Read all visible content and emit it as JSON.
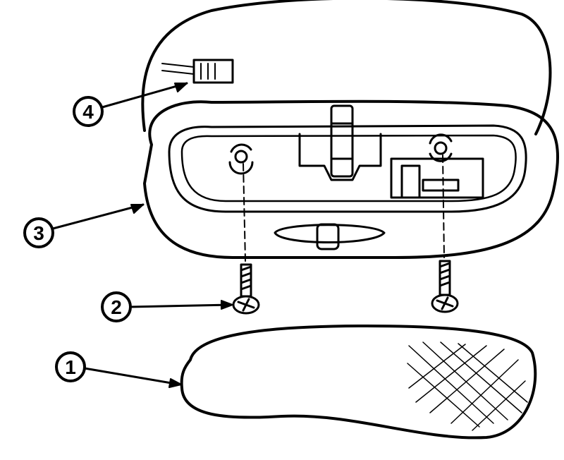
{
  "diagram": {
    "callouts": [
      {
        "label": "1",
        "part": "lens"
      },
      {
        "label": "2",
        "part": "screw"
      },
      {
        "label": "3",
        "part": "lamp-housing"
      },
      {
        "label": "4",
        "part": "connector"
      }
    ]
  },
  "colors": {
    "ink": "#000000",
    "paper": "#ffffff"
  }
}
